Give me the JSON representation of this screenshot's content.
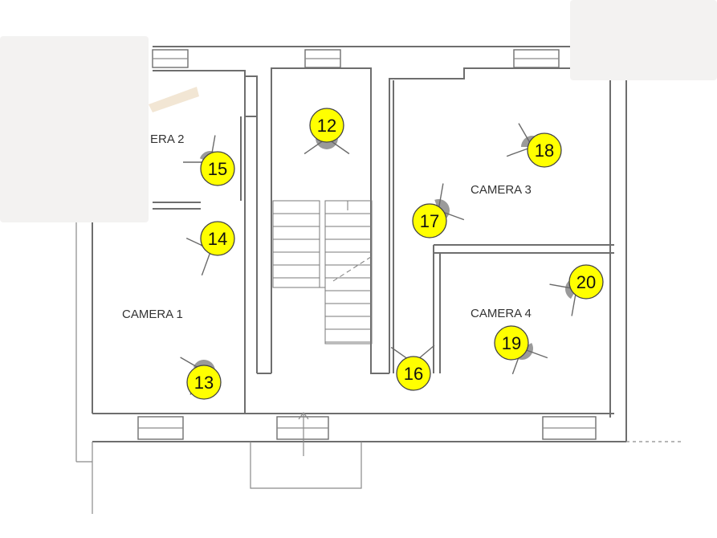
{
  "rooms": [
    {
      "id": "camera1",
      "label": "CAMERA 1"
    },
    {
      "id": "camera2",
      "label": "ERA 2"
    },
    {
      "id": "camera3",
      "label": "CAMERA 3"
    },
    {
      "id": "camera4",
      "label": "CAMERA 4"
    }
  ],
  "markers": [
    {
      "id": "m12",
      "label": "12"
    },
    {
      "id": "m13",
      "label": "13"
    },
    {
      "id": "m14",
      "label": "14"
    },
    {
      "id": "m15",
      "label": "15"
    },
    {
      "id": "m16",
      "label": "16"
    },
    {
      "id": "m17",
      "label": "17"
    },
    {
      "id": "m18",
      "label": "18"
    },
    {
      "id": "m19",
      "label": "19"
    },
    {
      "id": "m20",
      "label": "20"
    }
  ],
  "colors": {
    "marker_fill": "#ffff00",
    "wall": "#6e6e6e",
    "camera_icon": "#9a9a9a"
  }
}
